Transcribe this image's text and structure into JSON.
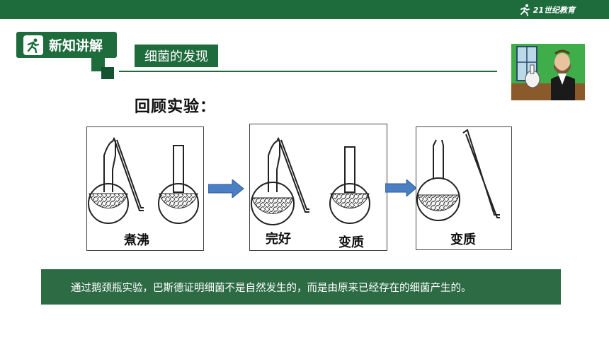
{
  "header": {
    "logo_text": "21世纪教育"
  },
  "section": {
    "badge_label": "新知讲解",
    "subtitle": "细菌的发现"
  },
  "main": {
    "review_title": "回顾实验：",
    "panels": [
      {
        "captions": [
          "煮沸"
        ]
      },
      {
        "captions": [
          "完好",
          "变质"
        ]
      },
      {
        "captions": [
          "变质"
        ]
      }
    ],
    "conclusion": "通过鹅颈瓶实验，巴斯德证明细菌不是自然发生的，而是由原来已经存在的细菌产生的。"
  },
  "colors": {
    "brand_green": "#1e6b3c",
    "conclusion_bg": "#2d6b45",
    "arrow_blue": "#4a7fc4"
  },
  "icons": [
    "runner-icon",
    "flask-icon",
    "arrow-right-icon"
  ]
}
